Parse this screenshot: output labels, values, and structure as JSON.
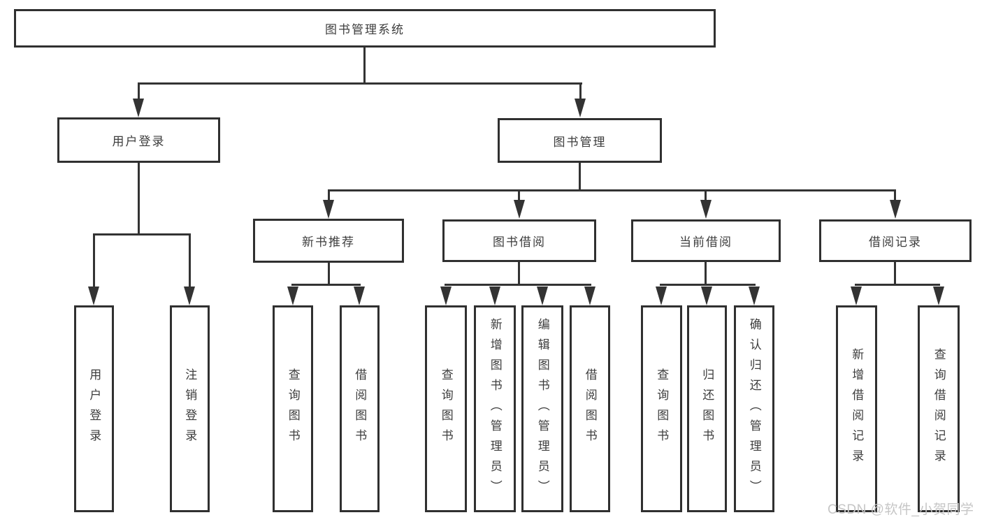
{
  "colors": {
    "background": "#ffffff",
    "line": "#333333",
    "box_border": "#303030",
    "text": "#3d3d3d",
    "watermark": "#c6c6c6"
  },
  "root": {
    "label": "图书管理系统"
  },
  "branches": [
    {
      "label": "用户登录",
      "children": [
        {
          "label": "用户登录"
        },
        {
          "label": "注销登录"
        }
      ]
    },
    {
      "label": "图书管理",
      "children": [
        {
          "label": "新书推荐",
          "children": [
            {
              "label": "查询图书"
            },
            {
              "label": "借阅图书"
            }
          ]
        },
        {
          "label": "图书借阅",
          "children": [
            {
              "label": "查询图书"
            },
            {
              "label": "新增图书（管理员）"
            },
            {
              "label": "编辑图书（管理员）"
            },
            {
              "label": "借阅图书"
            }
          ]
        },
        {
          "label": "当前借阅",
          "children": [
            {
              "label": "查询图书"
            },
            {
              "label": "归还图书"
            },
            {
              "label": "确认归还（管理员）"
            }
          ]
        },
        {
          "label": "借阅记录",
          "children": [
            {
              "label": "新增借阅记录"
            },
            {
              "label": "查询借阅记录"
            }
          ]
        }
      ]
    }
  ],
  "watermark": {
    "text": "CSDN @软件_小贺同学"
  }
}
